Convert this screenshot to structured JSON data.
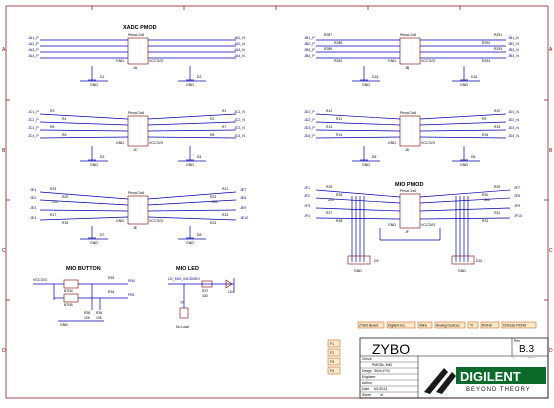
{
  "schematic": {
    "sections": {
      "xadc_title": "XADC PMOD",
      "mio_pmod_title": "MIO PMOD",
      "mio_button_title": "MIO BUTTON",
      "mio_led_title": "MIO LED"
    },
    "zones": {
      "columns": [
        "1",
        "2",
        "3",
        "4",
        "5",
        "6"
      ],
      "rows": [
        "A",
        "B",
        "C",
        "D"
      ]
    },
    "pmod_part_label": "Pmod 2x6",
    "header_pins": [
      "1",
      "2",
      "3",
      "4",
      "5",
      "6",
      "7",
      "8",
      "9",
      "10",
      "11",
      "12"
    ],
    "power": {
      "gnd": "GND",
      "vcc": "VCC3V3"
    },
    "connectors": {
      "ja": {
        "designator": "JA",
        "left_nets": [
          "JA1_P",
          "JA2_P",
          "JA3_P",
          "JA4_P"
        ],
        "right_nets": [
          "JA1_N",
          "JA2_N",
          "JA3_N",
          "JA4_N"
        ],
        "diodes": [
          "D1",
          "D2"
        ]
      },
      "jb": {
        "designator": "JB",
        "left_nets": [
          "JB1_P",
          "JB2_P",
          "JB3_P",
          "JB4_P"
        ],
        "right_nets": [
          "JB1_N",
          "JB2_N",
          "JB3_N",
          "JB4_N"
        ],
        "resistors": [
          "R287",
          "R288",
          "R289",
          "R290",
          "R291",
          "R292",
          "R293",
          "R294"
        ],
        "diodes": [
          "D15",
          "D16"
        ]
      },
      "jc": {
        "designator": "JC",
        "left_nets": [
          "JC1_P",
          "JC2_P",
          "JC3_P",
          "JC4_P"
        ],
        "right_nets": [
          "JC1_N",
          "JC2_N",
          "JC3_N",
          "JC4_N"
        ],
        "resistors": [
          "R3",
          "R4",
          "R5",
          "R6",
          "R1",
          "R2",
          "R7",
          "R8"
        ],
        "diodes": [
          "D3",
          "D4"
        ]
      },
      "jd": {
        "designator": "JD",
        "left_nets": [
          "JD1_P",
          "JD2_P",
          "JD3_P",
          "JD4_P"
        ],
        "right_nets": [
          "JD1_N",
          "JD2_N",
          "JD3_N",
          "JD4_N"
        ],
        "resistors": [
          "R12",
          "R11",
          "R13",
          "R14",
          "R10",
          "R9",
          "R15",
          "R16"
        ],
        "diodes": [
          "D5",
          "D6"
        ]
      },
      "je": {
        "designator": "JE",
        "left_nets": [
          "JE1",
          "JE2",
          "JE3",
          "JE4"
        ],
        "right_nets": [
          "JE7",
          "JE8",
          "JE9",
          "JE10"
        ],
        "resistors": [
          "R19",
          "R20",
          "R17",
          "R18",
          "R21",
          "R22",
          "R23",
          "R24"
        ],
        "resistor_value": "200",
        "diodes": [
          "D7",
          "D8"
        ]
      },
      "jf": {
        "designator": "JF",
        "left_nets": [
          "JF1",
          "JF2",
          "JF3",
          "JF4"
        ],
        "right_nets": [
          "JF7",
          "JF8",
          "JF9",
          "JF10"
        ],
        "resistors": [
          "R25",
          "R26",
          "R27",
          "R28",
          "R29",
          "R30",
          "R31",
          "R32"
        ],
        "resistor_value": "200",
        "diodes": [
          "D9",
          "D10"
        ]
      }
    },
    "mio_button": {
      "switches": [
        "BTN4",
        "BTN5"
      ],
      "resistors": [
        "R33",
        "R34",
        "R35",
        "R36"
      ],
      "values": [
        "10K",
        "10K"
      ],
      "nets": [
        "PB0",
        "PB1"
      ]
    },
    "mio_led": {
      "net": "LD_MIO_INCD/MIO",
      "resistor": "R37",
      "resistor_value": "330",
      "led": "LD4",
      "testpoint": "TP",
      "note": "No Load"
    },
    "legend_chips": [
      "ZYBO Board",
      "Digilent Inc.",
      "Xilinx",
      "Analog Devices",
      "TI",
      "ROHS",
      "Chinese ROHS"
    ],
    "legend_side": [
      "F1",
      "F2",
      "F3",
      "F4"
    ],
    "title_block": {
      "project": "ZYBO",
      "rev_label": "Rev",
      "rev": "B.3",
      "copyright": "Copyright 2013",
      "circuit_label": "Circuit",
      "circuit": "PMODs, MIO",
      "design_label": "Desgn",
      "design": "ShiIn ZYN",
      "engineer_label": "Engineer",
      "author_label": "Author",
      "date_label": "Date",
      "date": "6/1/2013",
      "sheet_label": "Sheet",
      "sheet": "of",
      "company": "DIGILENT",
      "tagline": "BEYOND THEORY"
    }
  }
}
